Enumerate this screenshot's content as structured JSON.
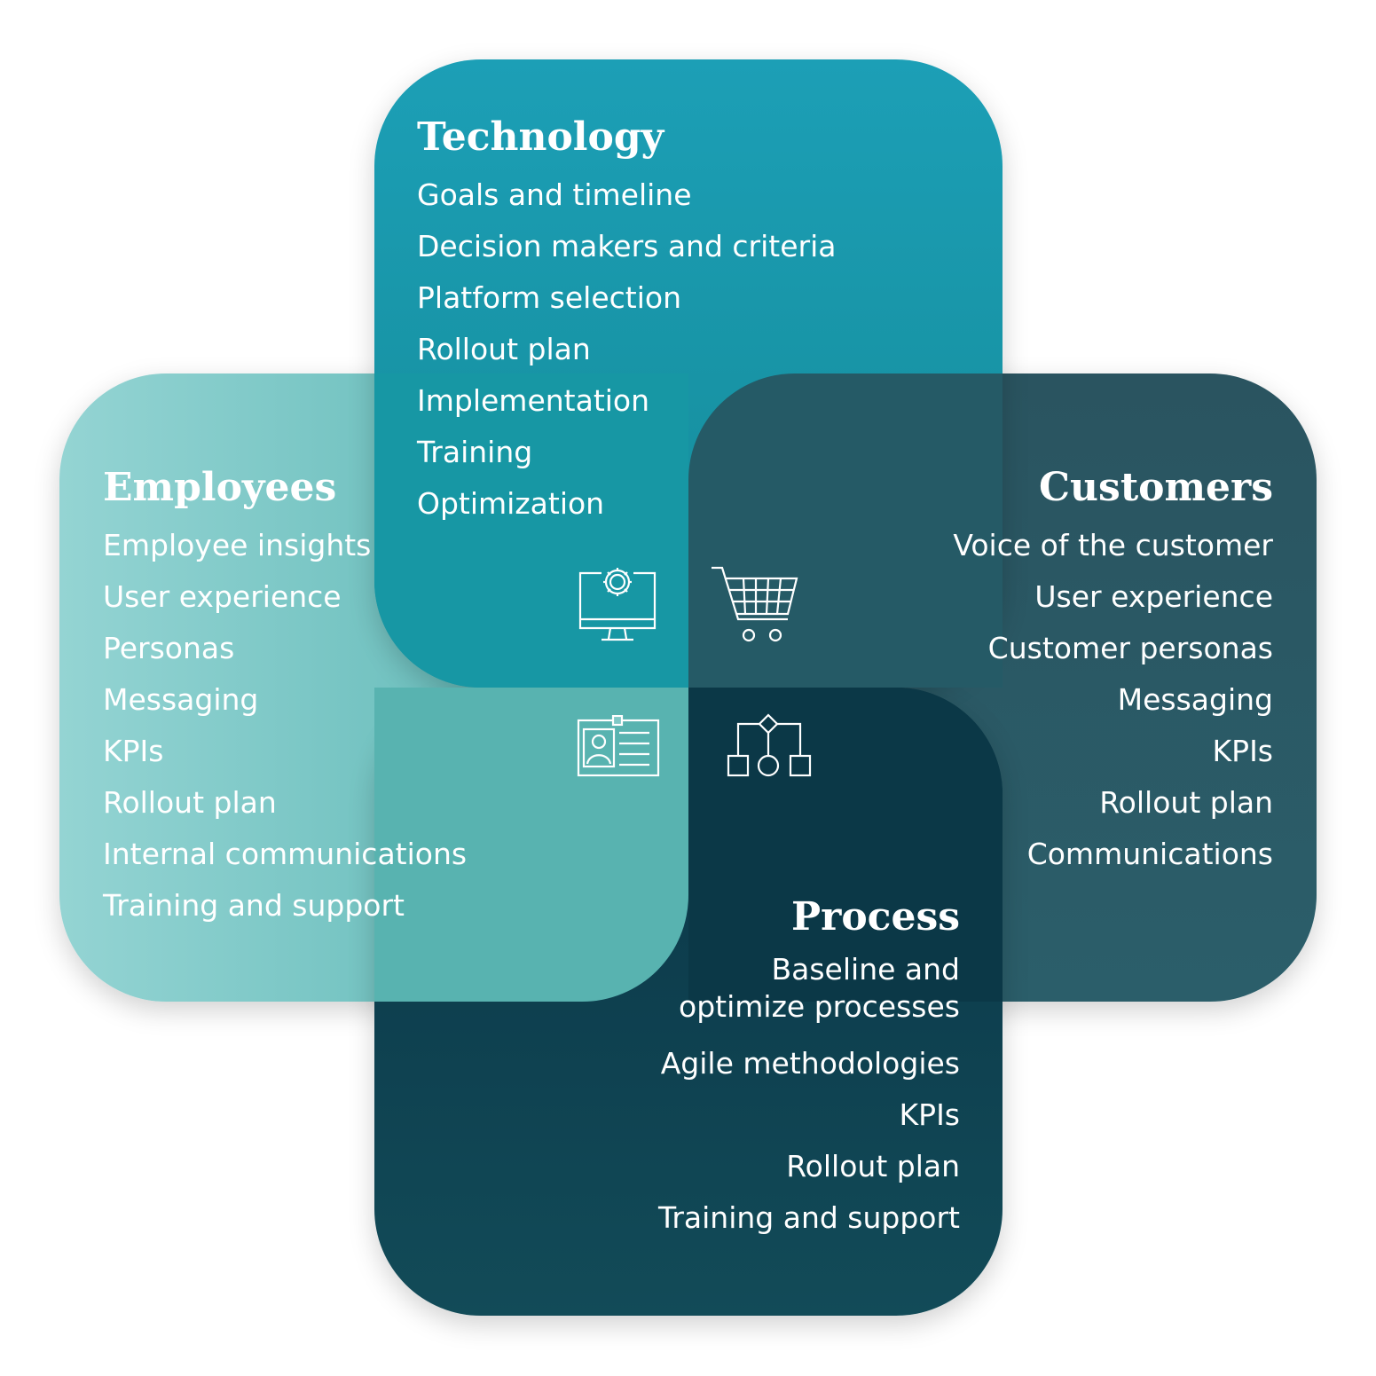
{
  "technology": {
    "title": "Technology",
    "items": [
      "Goals and timeline",
      "Decision makers and criteria",
      "Platform selection",
      "Rollout plan",
      "Implementation",
      "Training",
      "Optimization"
    ],
    "icon": "computer-gear-icon"
  },
  "employees": {
    "title": "Employees",
    "items": [
      "Employee insights",
      "User experience",
      "Personas",
      "Messaging",
      "KPIs",
      "Rollout plan",
      "Internal communications",
      "Training and support"
    ],
    "icon": "id-badge-icon"
  },
  "customers": {
    "title": "Customers",
    "items": [
      "Voice of the customer",
      "User experience",
      "Customer personas",
      "Messaging",
      "KPIs",
      "Rollout plan",
      "Communications"
    ],
    "icon": "shopping-cart-icon"
  },
  "process": {
    "title": "Process",
    "items": [
      "Baseline and optimize processes",
      "Agile methodologies",
      "KPIs",
      "Rollout plan",
      "Training and support"
    ],
    "icon": "flowchart-icon"
  },
  "colors": {
    "technology": "#1c9fb6",
    "employees": "#94d4d3",
    "customers": "#2a5460",
    "process": "#0a3446",
    "text": "#ffffff"
  }
}
